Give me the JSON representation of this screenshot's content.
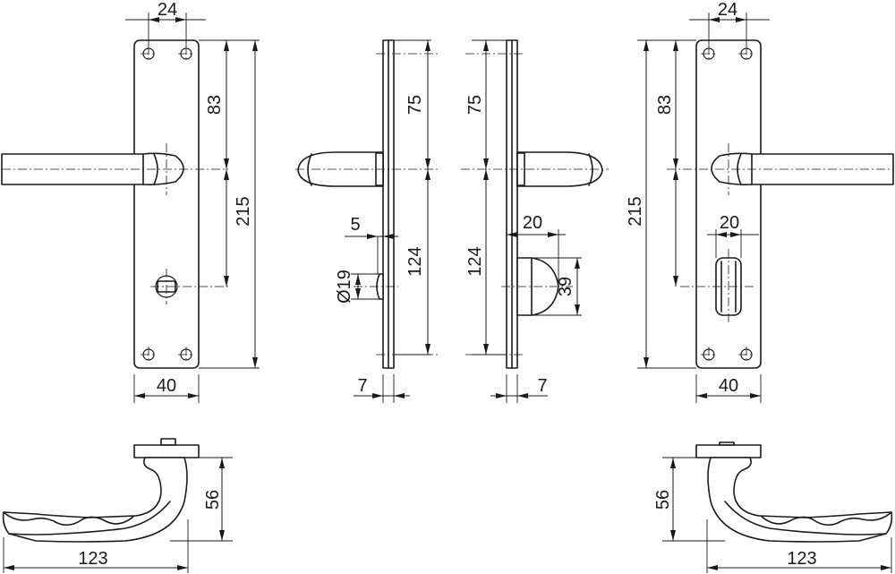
{
  "dimensions": {
    "front_left_hole_spacing": "24",
    "front_left_plate_width": "40",
    "front_left_top_to_center": "83",
    "front_left_total_height": "215",
    "side_a_top_to_center": "75",
    "side_a_center_to_bottom": "124",
    "side_a_button_offset": "5",
    "side_a_button_diameter": "Ø19",
    "side_a_plate_thickness": "7",
    "side_b_top_to_center": "75",
    "side_b_center_to_bottom": "124",
    "side_b_turn_projection": "20",
    "side_b_turn_height": "39",
    "side_b_plate_thickness": "7",
    "front_right_hole_spacing": "24",
    "front_right_plate_width": "40",
    "front_right_top_to_center": "83",
    "front_right_total_height": "215",
    "front_right_turn_width": "20",
    "top_left_height": "56",
    "top_left_projection": "123",
    "top_right_height": "56",
    "top_right_projection": "123"
  },
  "colors": {
    "line": "#1a1a1a",
    "background": "#ffffff"
  }
}
